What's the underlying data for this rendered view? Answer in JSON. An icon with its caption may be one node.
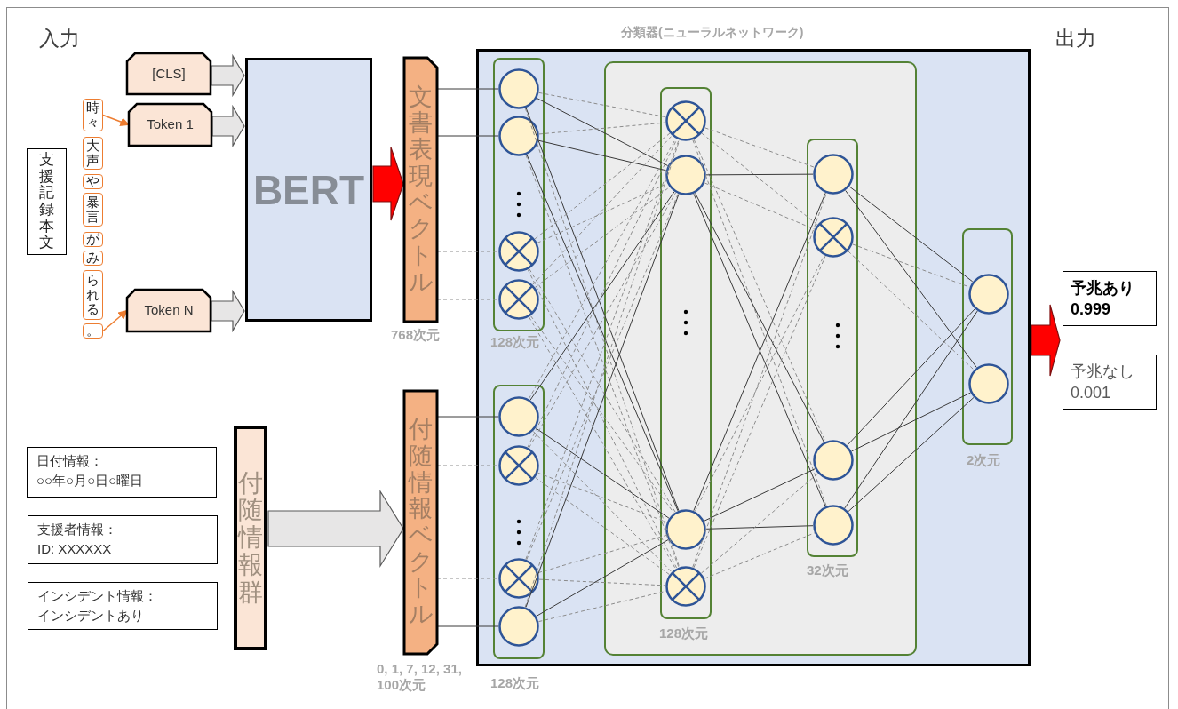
{
  "diagram": {
    "nodes": [
      {
        "text": [
          "支援記録本文"
        ]
      },
      {
        "text": [
          "時々"
        ]
      },
      {
        "text": [
          "大声"
        ]
      },
      {
        "text": [
          "や"
        ]
      },
      {
        "text": [
          "暴言"
        ]
      },
      {
        "text": [
          "が"
        ]
      },
      {
        "text": [
          "み"
        ]
      },
      {
        "text": [
          "られる"
        ]
      },
      {
        "text": [
          "。"
        ]
      },
      {
        "text": [
          "[CLS]"
        ]
      },
      {
        "text": [
          "Token 1"
        ]
      },
      {
        "text": [
          "Token N"
        ]
      },
      {
        "text": [
          "BERT"
        ]
      },
      {
        "text": [
          "文書表現ベクトル"
        ],
        "beside": [
          "768次元"
        ]
      },
      {
        "text": [
          "日付情報：",
          "○○年○月○日○曜日"
        ]
      },
      {
        "text": [
          "支援者情報：",
          "ID: XXXXXX"
        ]
      },
      {
        "text": [
          "インシデント情報：",
          "インシデントあり"
        ]
      },
      {
        "text": [
          "付随情報群"
        ]
      },
      {
        "text": [
          "付随情報ベクトル"
        ],
        "beside": [
          "0, 1, 7, 12, 31, 100次元"
        ]
      },
      {
        "text": [
          "分類器(ニューラルネットワーク)"
        ]
      },
      {
        "text": [],
        "shape": "box",
        "in": 19,
        "beside": [
          "128次元"
        ]
      },
      {
        "text": [],
        "shape": "circle",
        "in": 20
      },
      {
        "text": [],
        "shape": "circle",
        "in": 20
      },
      {
        "text": [],
        "shape": "crossed-circle",
        "in": 20
      },
      {
        "text": [],
        "shape": "crossed-circle",
        "in": 20
      },
      {
        "text": [],
        "shape": "box",
        "in": 19,
        "beside": [
          "128次元"
        ]
      },
      {
        "text": [],
        "shape": "circle",
        "in": 25
      },
      {
        "text": [],
        "shape": "crossed-circle",
        "in": 25
      },
      {
        "text": [],
        "shape": "crossed-circle",
        "in": 25
      },
      {
        "text": [],
        "shape": "circle",
        "in": 25
      },
      {
        "text": [],
        "shape": "box",
        "in": 19
      },
      {
        "text": [],
        "shape": "box",
        "in": 30,
        "beside": [
          "128次元"
        ]
      },
      {
        "text": [],
        "shape": "crossed-circle",
        "in": 31
      },
      {
        "text": [],
        "shape": "circle",
        "in": 31
      },
      {
        "text": [],
        "shape": "circle",
        "in": 31
      },
      {
        "text": [],
        "shape": "crossed-circle",
        "in": 31
      },
      {
        "text": [],
        "shape": "box",
        "in": 30,
        "beside": [
          "32次元"
        ]
      },
      {
        "text": [],
        "shape": "circle",
        "in": 36
      },
      {
        "text": [],
        "shape": "crossed-circle",
        "in": 36
      },
      {
        "text": [],
        "shape": "circle",
        "in": 36
      },
      {
        "text": [],
        "shape": "circle",
        "in": 36
      },
      {
        "text": [],
        "shape": "box",
        "in": 19,
        "beside": [
          "2次元"
        ]
      },
      {
        "text": [],
        "shape": "circle",
        "in": 41
      },
      {
        "text": [],
        "shape": "circle",
        "in": 41
      },
      {
        "text": [
          "予兆あり",
          "0.999"
        ]
      },
      {
        "text": [
          "予兆なし",
          "0.001"
        ]
      }
    ],
    "edges": [
      {
        "from": 1,
        "to": 10,
        "arrow": "to",
        "color": "#ed7d31"
      },
      {
        "from": 8,
        "to": 11,
        "arrow": "to",
        "color": "#ed7d31"
      },
      {
        "from": 9,
        "to": 12,
        "arrow": "to",
        "style": "thick"
      },
      {
        "from": 10,
        "to": 12,
        "arrow": "to",
        "style": "thick"
      },
      {
        "from": 11,
        "to": 12,
        "arrow": "to",
        "style": "thick"
      },
      {
        "from": 12,
        "to": 13,
        "arrow": "to",
        "style": "thick",
        "color": "#ff0000"
      },
      {
        "from": 17,
        "to": 18,
        "arrow": "to",
        "style": "thick"
      },
      {
        "from": 19,
        "to": null,
        "arrow": "to",
        "style": "thick",
        "color": "#ff0000"
      },
      {
        "from": 13,
        "to": 21,
        "arrow": "none"
      },
      {
        "from": 13,
        "to": 22,
        "arrow": "none"
      },
      {
        "from": 13,
        "to": 23,
        "arrow": "none",
        "style": "dashed"
      },
      {
        "from": 13,
        "to": 24,
        "arrow": "none",
        "style": "dashed"
      },
      {
        "from": 18,
        "to": 26,
        "arrow": "none"
      },
      {
        "from": 18,
        "to": 27,
        "arrow": "none",
        "style": "dashed"
      },
      {
        "from": 18,
        "to": 28,
        "arrow": "none",
        "style": "dashed"
      },
      {
        "from": 18,
        "to": 29,
        "arrow": "none"
      },
      {
        "from": 21,
        "to": 32,
        "arrow": "none",
        "style": "dashed"
      },
      {
        "from": 21,
        "to": 33,
        "arrow": "none"
      },
      {
        "from": 21,
        "to": 34,
        "arrow": "none"
      },
      {
        "from": 21,
        "to": 35,
        "arrow": "none",
        "style": "dashed"
      },
      {
        "from": 22,
        "to": 32,
        "arrow": "none",
        "style": "dashed"
      },
      {
        "from": 22,
        "to": 33,
        "arrow": "none"
      },
      {
        "from": 22,
        "to": 34,
        "arrow": "none"
      },
      {
        "from": 22,
        "to": 35,
        "arrow": "none",
        "style": "dashed"
      },
      {
        "from": 23,
        "to": 32,
        "arrow": "none",
        "style": "dashed"
      },
      {
        "from": 23,
        "to": 33,
        "arrow": "none",
        "style": "dashed"
      },
      {
        "from": 23,
        "to": 34,
        "arrow": "none",
        "style": "dashed"
      },
      {
        "from": 23,
        "to": 35,
        "arrow": "none",
        "style": "dashed"
      },
      {
        "from": 24,
        "to": 32,
        "arrow": "none",
        "style": "dashed"
      },
      {
        "from": 24,
        "to": 33,
        "arrow": "none",
        "style": "dashed"
      },
      {
        "from": 24,
        "to": 34,
        "arrow": "none",
        "style": "dashed"
      },
      {
        "from": 24,
        "to": 35,
        "arrow": "none",
        "style": "dashed"
      },
      {
        "from": 26,
        "to": 32,
        "arrow": "none",
        "style": "dashed"
      },
      {
        "from": 26,
        "to": 33,
        "arrow": "none"
      },
      {
        "from": 26,
        "to": 34,
        "arrow": "none"
      },
      {
        "from": 26,
        "to": 35,
        "arrow": "none",
        "style": "dashed"
      },
      {
        "from": 27,
        "to": 32,
        "arrow": "none",
        "style": "dashed"
      },
      {
        "from": 27,
        "to": 33,
        "arrow": "none",
        "style": "dashed"
      },
      {
        "from": 27,
        "to": 34,
        "arrow": "none",
        "style": "dashed"
      },
      {
        "from": 27,
        "to": 35,
        "arrow": "none",
        "style": "dashed"
      },
      {
        "from": 28,
        "to": 32,
        "arrow": "none",
        "style": "dashed"
      },
      {
        "from": 28,
        "to": 33,
        "arrow": "none",
        "style": "dashed"
      },
      {
        "from": 28,
        "to": 34,
        "arrow": "none",
        "style": "dashed"
      },
      {
        "from": 28,
        "to": 35,
        "arrow": "none",
        "style": "dashed"
      },
      {
        "from": 29,
        "to": 32,
        "arrow": "none",
        "style": "dashed"
      },
      {
        "from": 29,
        "to": 33,
        "arrow": "none"
      },
      {
        "from": 29,
        "to": 34,
        "arrow": "none"
      },
      {
        "from": 29,
        "to": 35,
        "arrow": "none",
        "style": "dashed"
      },
      {
        "from": 32,
        "to": 37,
        "arrow": "none",
        "style": "dashed"
      },
      {
        "from": 32,
        "to": 38,
        "arrow": "none",
        "style": "dashed"
      },
      {
        "from": 32,
        "to": 39,
        "arrow": "none",
        "style": "dashed"
      },
      {
        "from": 32,
        "to": 40,
        "arrow": "none",
        "style": "dashed"
      },
      {
        "from": 33,
        "to": 37,
        "arrow": "none"
      },
      {
        "from": 33,
        "to": 38,
        "arrow": "none",
        "style": "dashed"
      },
      {
        "from": 33,
        "to": 39,
        "arrow": "none"
      },
      {
        "from": 33,
        "to": 40,
        "arrow": "none"
      },
      {
        "from": 34,
        "to": 37,
        "arrow": "none"
      },
      {
        "from": 34,
        "to": 38,
        "arrow": "none",
        "style": "dashed"
      },
      {
        "from": 34,
        "to": 39,
        "arrow": "none"
      },
      {
        "from": 34,
        "to": 40,
        "arrow": "none"
      },
      {
        "from": 35,
        "to": 37,
        "arrow": "none",
        "style": "dashed"
      },
      {
        "from": 35,
        "to": 38,
        "arrow": "none",
        "style": "dashed"
      },
      {
        "from": 35,
        "to": 39,
        "arrow": "none",
        "style": "dashed"
      },
      {
        "from": 35,
        "to": 40,
        "arrow": "none",
        "style": "dashed"
      },
      {
        "from": 37,
        "to": 42,
        "arrow": "none"
      },
      {
        "from": 37,
        "to": 43,
        "arrow": "none"
      },
      {
        "from": 38,
        "to": 42,
        "arrow": "none",
        "style": "dashed"
      },
      {
        "from": 38,
        "to": 43,
        "arrow": "none",
        "style": "dashed"
      },
      {
        "from": 39,
        "to": 42,
        "arrow": "none"
      },
      {
        "from": 39,
        "to": 43,
        "arrow": "none"
      },
      {
        "from": 40,
        "to": 42,
        "arrow": "none"
      },
      {
        "from": 40,
        "to": 43,
        "arrow": "none"
      }
    ],
    "labels": [
      "入力",
      "出力"
    ]
  }
}
